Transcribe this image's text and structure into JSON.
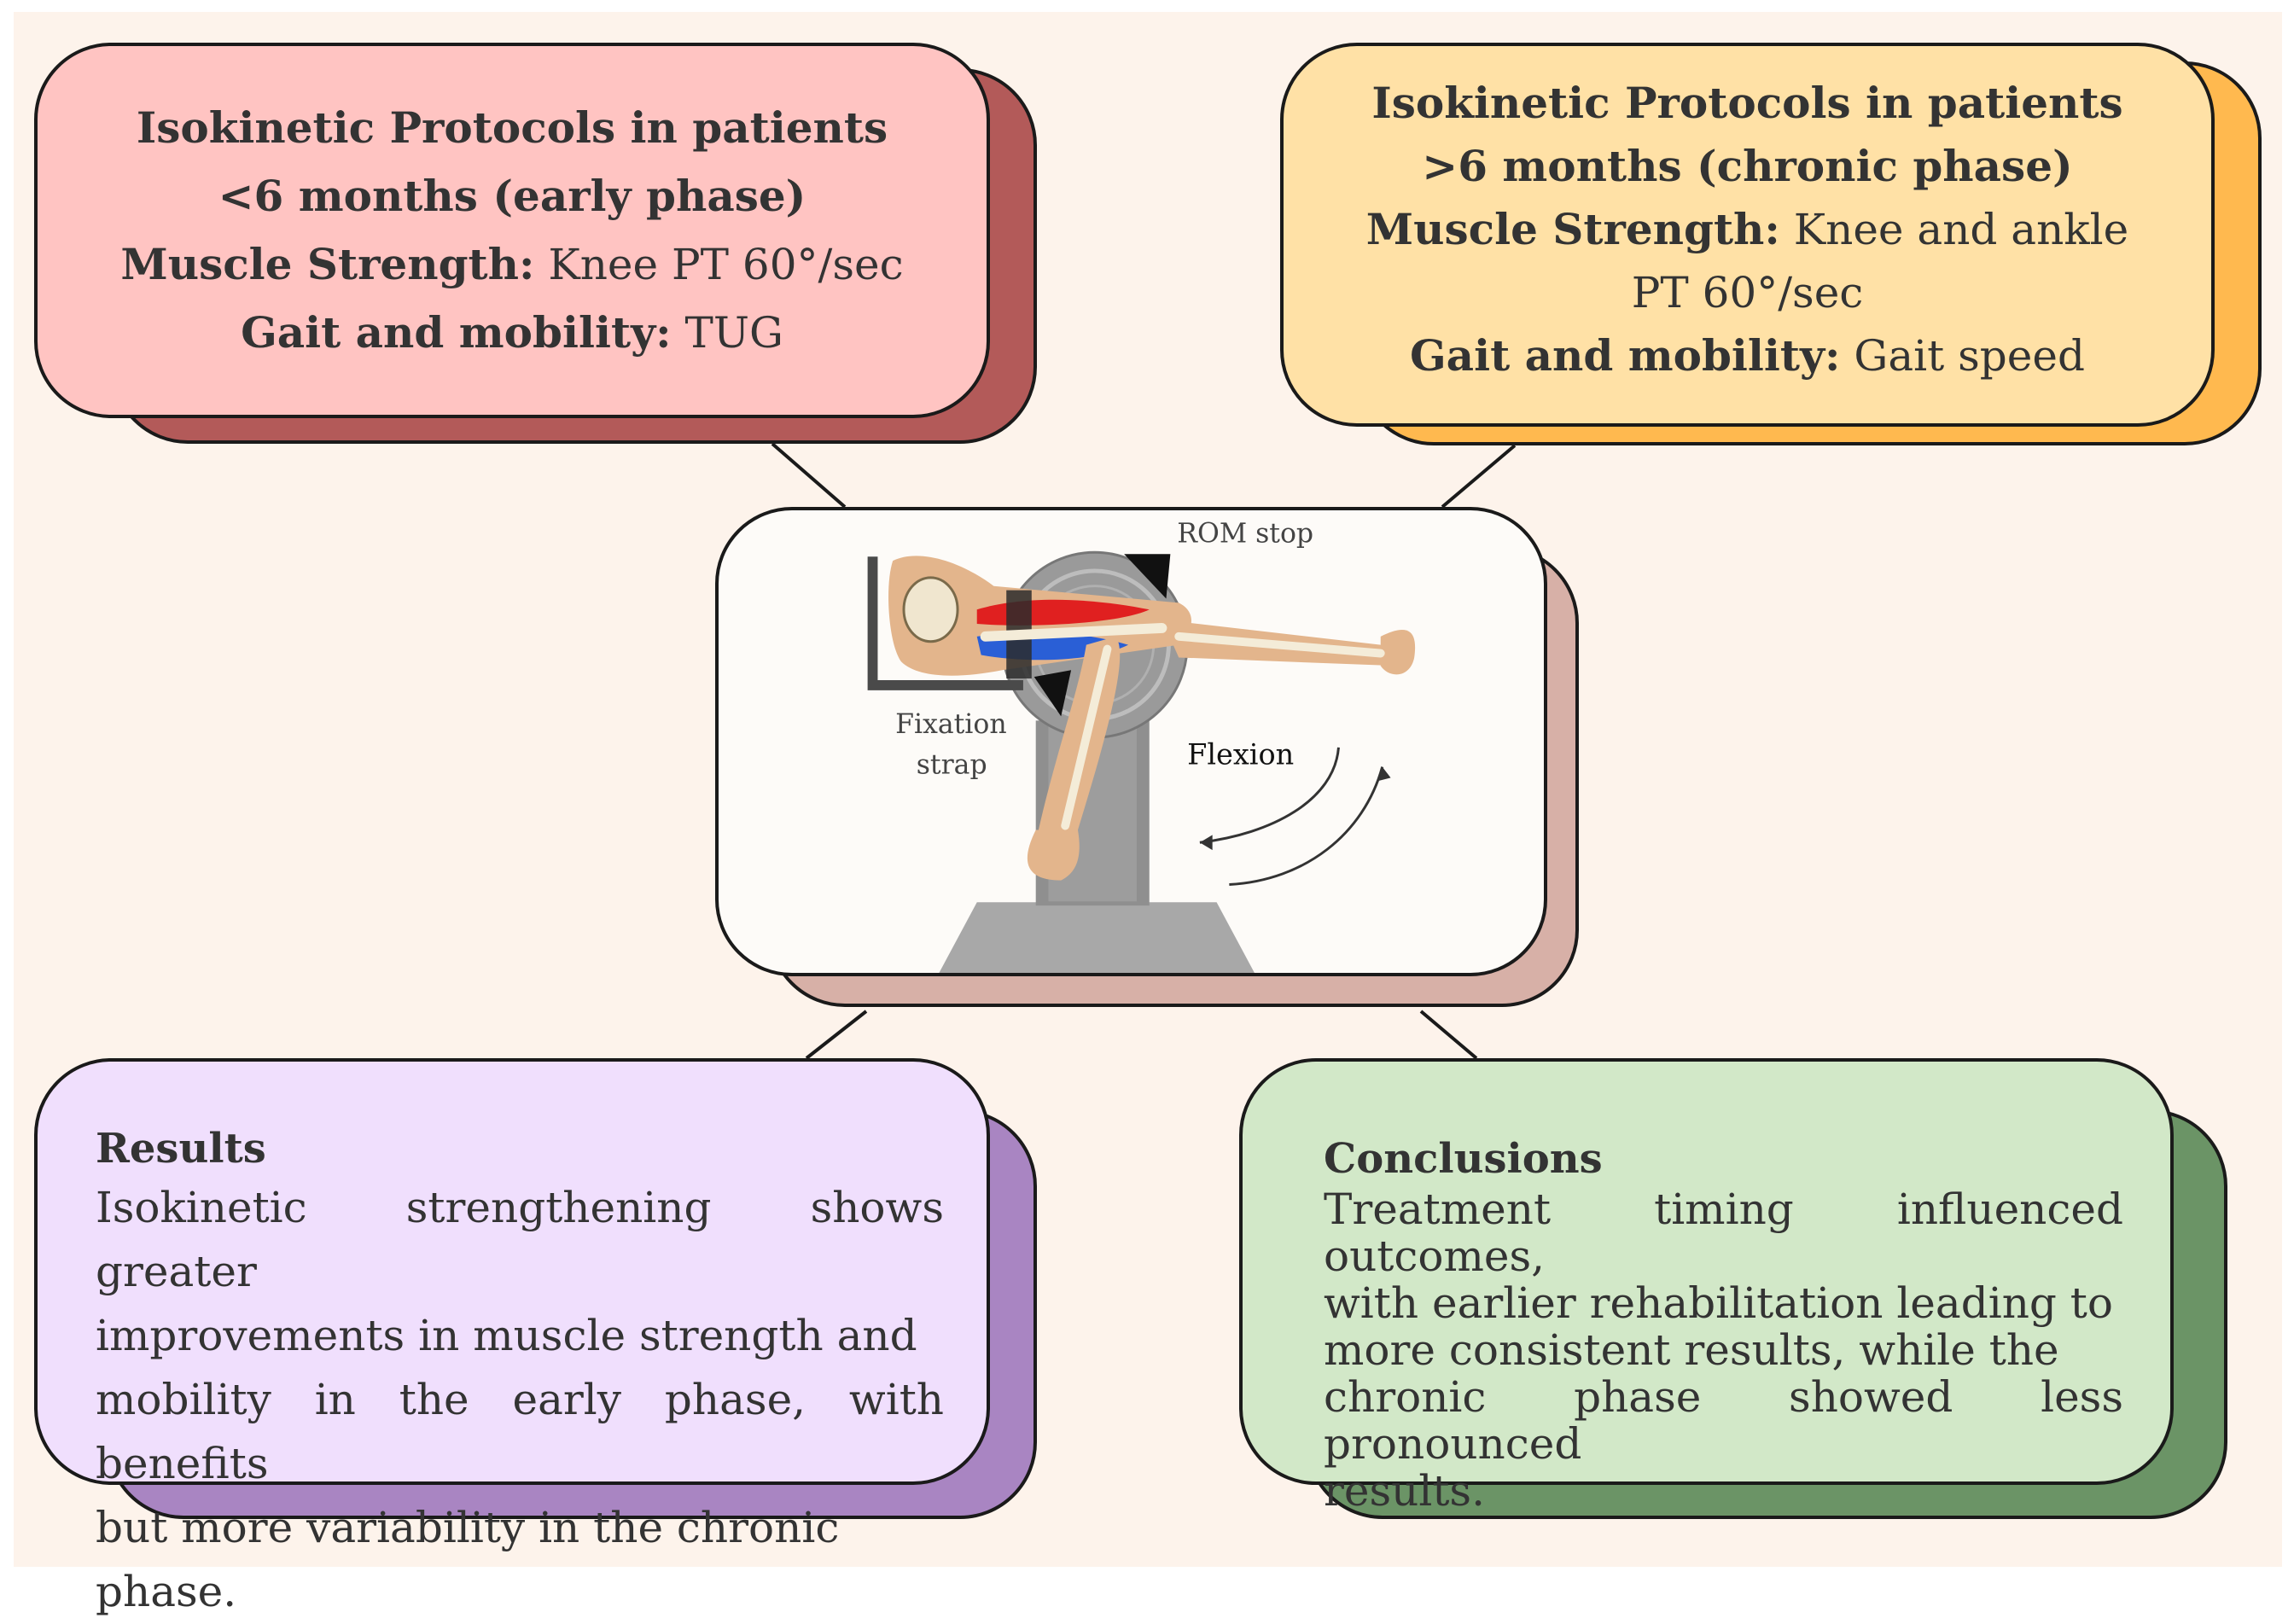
{
  "top_left": {
    "title_line1": "Isokinetic Protocols in patients",
    "title_line2": "<6 months (early phase)",
    "strength_label": "Muscle Strength:",
    "strength_value": " Knee PT 60°/sec",
    "gait_label": "Gait and mobility:",
    "gait_value": " TUG"
  },
  "top_right": {
    "title_line1": "Isokinetic Protocols in patients",
    "title_line2": ">6 months (chronic phase)",
    "strength_label": "Muscle Strength:",
    "strength_value_line1": " Knee and ankle",
    "strength_value_line2": "PT 60°/sec",
    "gait_label": "Gait and mobility:",
    "gait_value": " Gait speed"
  },
  "center": {
    "rom_stop": "ROM stop",
    "fixation_line1": "Fixation",
    "fixation_line2": "strap",
    "flexion": "Flexion"
  },
  "results": {
    "heading": "Results",
    "lines": [
      "Isokinetic strengthening shows greater",
      "improvements in muscle strength and",
      "mobility in the early phase, with benefits",
      "but more variability in the chronic phase."
    ]
  },
  "conclusions": {
    "heading": "Conclusions",
    "lines": [
      "Treatment timing influenced outcomes,",
      "with earlier rehabilitation leading to",
      "more consistent results, while the",
      "chronic phase showed less pronounced",
      "results."
    ]
  },
  "colors": {
    "background": "#fdf3eb",
    "top_left_fill": "#ffc4c2",
    "top_left_shadow": "#b35a59",
    "top_right_fill": "#ffe1a6",
    "top_right_shadow": "#ffb94f",
    "center_fill": "#fdfbf8",
    "center_shadow": "#d7b0a7",
    "results_fill": "#f0dffd",
    "results_shadow": "#a985c2",
    "conclusions_fill": "#d2e8c8",
    "conclusions_shadow": "#6b9466",
    "quadriceps": "#e02020",
    "hamstrings": "#2a5fd6"
  }
}
